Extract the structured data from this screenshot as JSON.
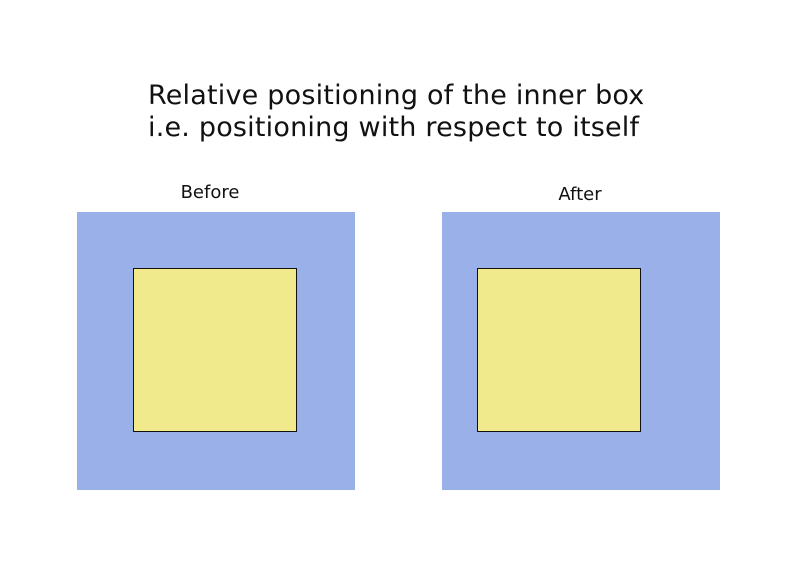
{
  "title": {
    "line1": "Relative positioning of the inner box",
    "line2": "i.e. positioning with respect to itself"
  },
  "panels": [
    {
      "label": "Before"
    },
    {
      "label": "After"
    }
  ],
  "colors": {
    "outer_box": "#99b0e8",
    "inner_box": "#f0ea8c",
    "inner_border": "#111111",
    "background": "#ffffff"
  }
}
